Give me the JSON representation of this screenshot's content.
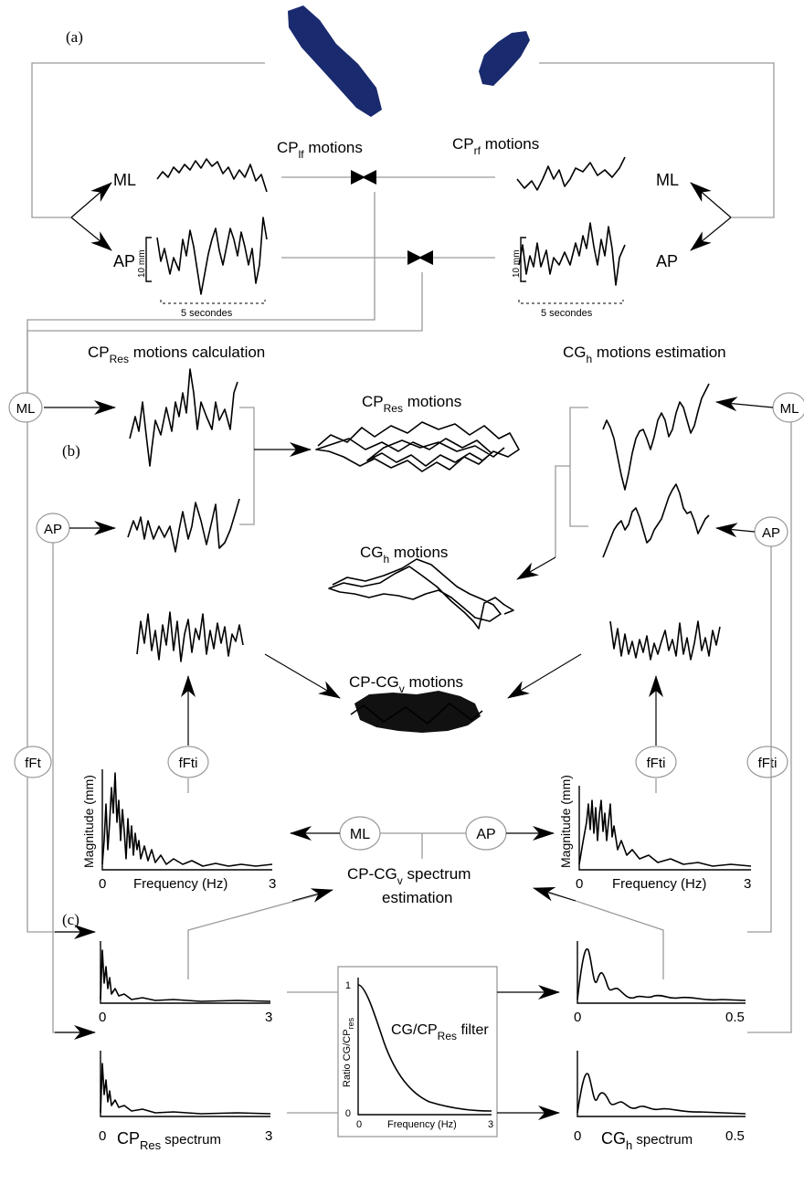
{
  "panels": {
    "a": "(a)",
    "b": "(b)",
    "c": "(c)"
  },
  "section_a": {
    "cp_lf_base": "CP",
    "cp_lf_sub": "lf",
    "cp_lf_rest": " motions",
    "cp_rf_base": "CP",
    "cp_rf_sub": "rf",
    "cp_rf_rest": " motions",
    "ml": "ML",
    "ap": "AP",
    "scale_mm": "10 mm",
    "scale_time": "5 secondes"
  },
  "section_b": {
    "cpres_calc_base": "CP",
    "cpres_calc_sub": "Res",
    "cpres_calc_rest": " motions calculation",
    "cgh_est_base": "CG",
    "cgh_est_sub": "h",
    "cgh_est_rest": " motions estimation",
    "cpres_motions_base": "CP",
    "cpres_motions_sub": "Res",
    "cpres_motions_rest": " motions",
    "cgh_motions_base": "CG",
    "cgh_motions_sub": "h",
    "cgh_motions_rest": " motions",
    "cpcgv_motions_base": "CP-CG",
    "cpcgv_motions_sub": "v",
    "cpcgv_motions_rest": " motions",
    "ml": "ML",
    "ap": "AP",
    "fft_left": "fFt",
    "ffti_left": "fFti",
    "ffti_right_inner": "fFti",
    "ffti_right_outer": "fFti"
  },
  "section_c": {
    "mag_ylabel": "Magnitude (mm)",
    "freq_xlabel": "Frequency (Hz)",
    "tick_0": "0",
    "tick_3": "3",
    "tick_05": "0.5",
    "ml": "ML",
    "ap": "AP",
    "spectrum_est_line1_base": "CP-CG",
    "spectrum_est_line1_sub": "v",
    "spectrum_est_line1_rest": " spectrum",
    "spectrum_est_line2": "estimation",
    "filter_title_base": "CG/CP",
    "filter_title_sub": "Res",
    "filter_title_rest": " filter",
    "filter_ylabel_base": "Ratio CG/CP",
    "filter_ylabel_sub": "res",
    "filter_tick_1": "1",
    "filter_tick_0": "0",
    "cpres_spec_base": "CP",
    "cpres_spec_sub": "Res",
    "cpres_spec_rest": " spectrum",
    "cgh_spec_base": "CG",
    "cgh_spec_sub": "h",
    "cgh_spec_rest": " spectrum"
  },
  "colors": {
    "footprint": "#1a2a6e",
    "connector": "#9a9a9a",
    "ink": "#000000"
  }
}
